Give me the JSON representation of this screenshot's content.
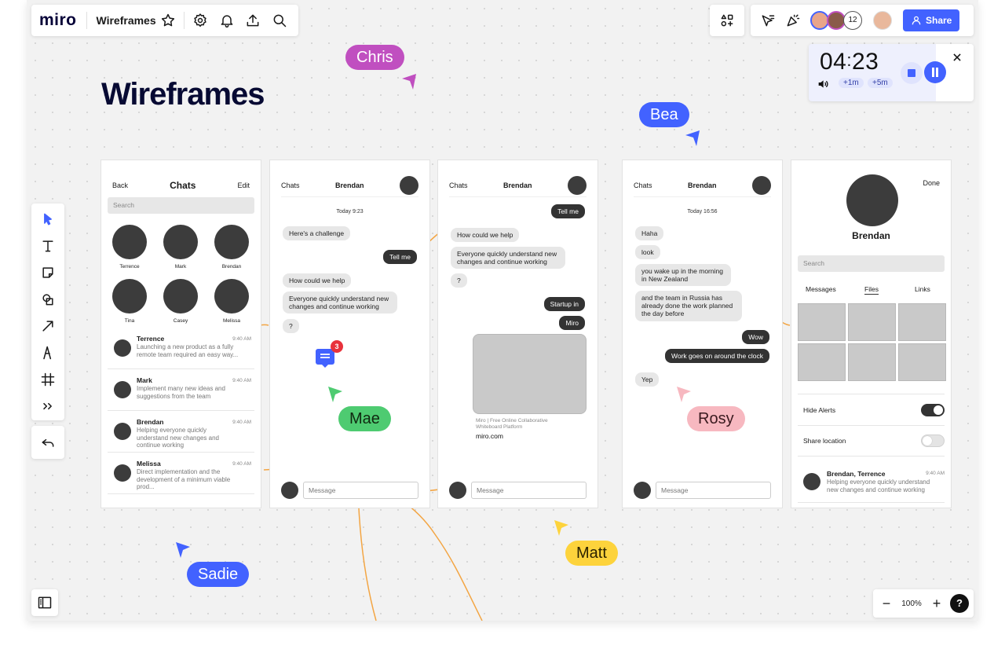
{
  "app": {
    "logo": "miro",
    "board_title": "Wireframes"
  },
  "toolbar_right": {
    "share_label": "Share",
    "collab_count": "12"
  },
  "timer": {
    "minutes": "04",
    "seconds": "23",
    "add1": "+1m",
    "add5": "+5m"
  },
  "board_heading": "Wireframes",
  "cursors": {
    "chris": "Chris",
    "bea": "Bea",
    "mae": "Mae",
    "rosy": "Rosy",
    "matt": "Matt",
    "sadie": "Sadie"
  },
  "colors": {
    "chris": "#c04fc0",
    "bea": "#4262ff",
    "mae": "#4ecb71",
    "rosy": "#f7b8c0",
    "matt": "#fdd33c",
    "sadie": "#4262ff",
    "connector": "#f3a543",
    "accent": "#4262ff"
  },
  "frame1": {
    "back": "Back",
    "title": "Chats",
    "edit": "Edit",
    "search": "Search",
    "people": [
      "Terrence",
      "Mark",
      "Brendan",
      "Tina",
      "Casey",
      "Melissa"
    ],
    "chats": [
      {
        "name": "Terrence",
        "time": "9:40 AM",
        "preview": "Launching a new product as a fully remote team required an easy way..."
      },
      {
        "name": "Mark",
        "time": "9:40 AM",
        "preview": "Implement many new ideas and suggestions from the team"
      },
      {
        "name": "Brendan",
        "time": "9:40 AM",
        "preview": "Helping everyone quickly understand new changes and continue working"
      },
      {
        "name": "Melissa",
        "time": "9:40 AM",
        "preview": "Direct implementation and the development of a minimum viable prod..."
      }
    ]
  },
  "frame2": {
    "back": "Chats",
    "title": "Brendan",
    "stamp": "Today 9:23",
    "m1": "Here's a challenge",
    "m2": "Tell me",
    "m3": "How could we help",
    "m4": "Everyone quickly understand new changes and continue working",
    "m5": "?",
    "message": "Message",
    "badge": "3"
  },
  "frame3": {
    "back": "Chats",
    "title": "Brendan",
    "m1": "Tell me",
    "m2": "How could we help",
    "m3": "Everyone quickly understand new changes and continue working",
    "m4": "?",
    "m5": "Startup in",
    "m6": "Miro",
    "link_caption": "Miro | Free Online Collaborative Whiteboard Platform",
    "link_url": "miro.com",
    "message": "Message"
  },
  "frame4": {
    "back": "Chats",
    "title": "Brendan",
    "stamp": "Today 16:56",
    "m1": "Haha",
    "m2": "look",
    "m3": "you wake up in the morning in New Zealand",
    "m4": "and the team in Russia has already done the work planned the day before",
    "m5": "Wow",
    "m6": "Work goes on around the clock",
    "m7": "Yep",
    "message": "Message"
  },
  "frame5": {
    "done": "Done",
    "name": "Brendan",
    "search": "Search",
    "tabs": [
      "Messages",
      "Files",
      "Links"
    ],
    "hide_alerts": "Hide Alerts",
    "share_location": "Share location",
    "hide_alerts_on": true,
    "share_location_on": false,
    "chat": {
      "name": "Brendan, Terrence",
      "time": "9:40 AM",
      "preview": "Helping everyone quickly understand new changes and continue working"
    }
  },
  "zoom": {
    "level": "100%",
    "minus": "−",
    "plus": "+",
    "help": "?"
  }
}
